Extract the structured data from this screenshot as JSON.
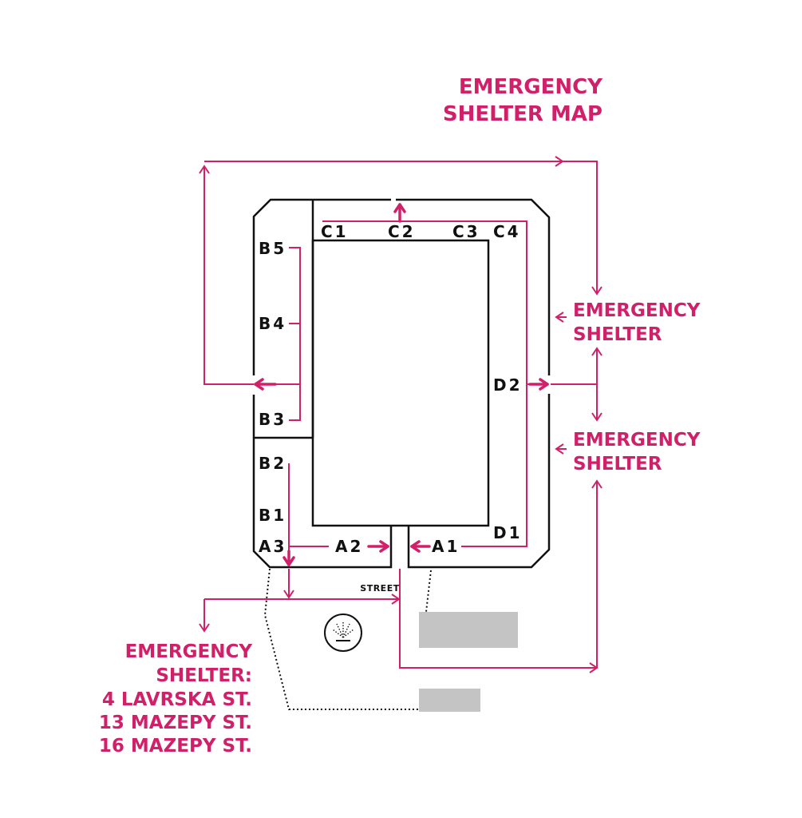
{
  "title": {
    "line1": "EMERGENCY",
    "line2": "SHELTER MAP"
  },
  "shelters": {
    "right_upper": {
      "line1": "EMERGENCY",
      "line2": "SHELTER"
    },
    "right_lower": {
      "line1": "EMERGENCY",
      "line2": "SHELTER"
    },
    "bottom_left": {
      "line1": "EMERGENCY",
      "line2": "SHELTER:",
      "line3": "4 LAVRSKA ST.",
      "line4": "13 MAZEPY ST.",
      "line5": "16 MAZEPY ST."
    }
  },
  "rooms": {
    "c1": "C1",
    "c2": "C2",
    "c3": "C3",
    "c4": "C4",
    "b5": "B5",
    "b4": "B4",
    "b3": "B3",
    "b2": "B2",
    "b1": "B1",
    "a3": "A3",
    "a2": "A2",
    "a1": "A1",
    "d2": "D2",
    "d1": "D1"
  },
  "street_label": "STREET",
  "icons": {
    "fountain": "fountain-icon"
  },
  "colors": {
    "accent": "#d1206a",
    "wall": "#111111",
    "building": "#c4c4c4"
  }
}
